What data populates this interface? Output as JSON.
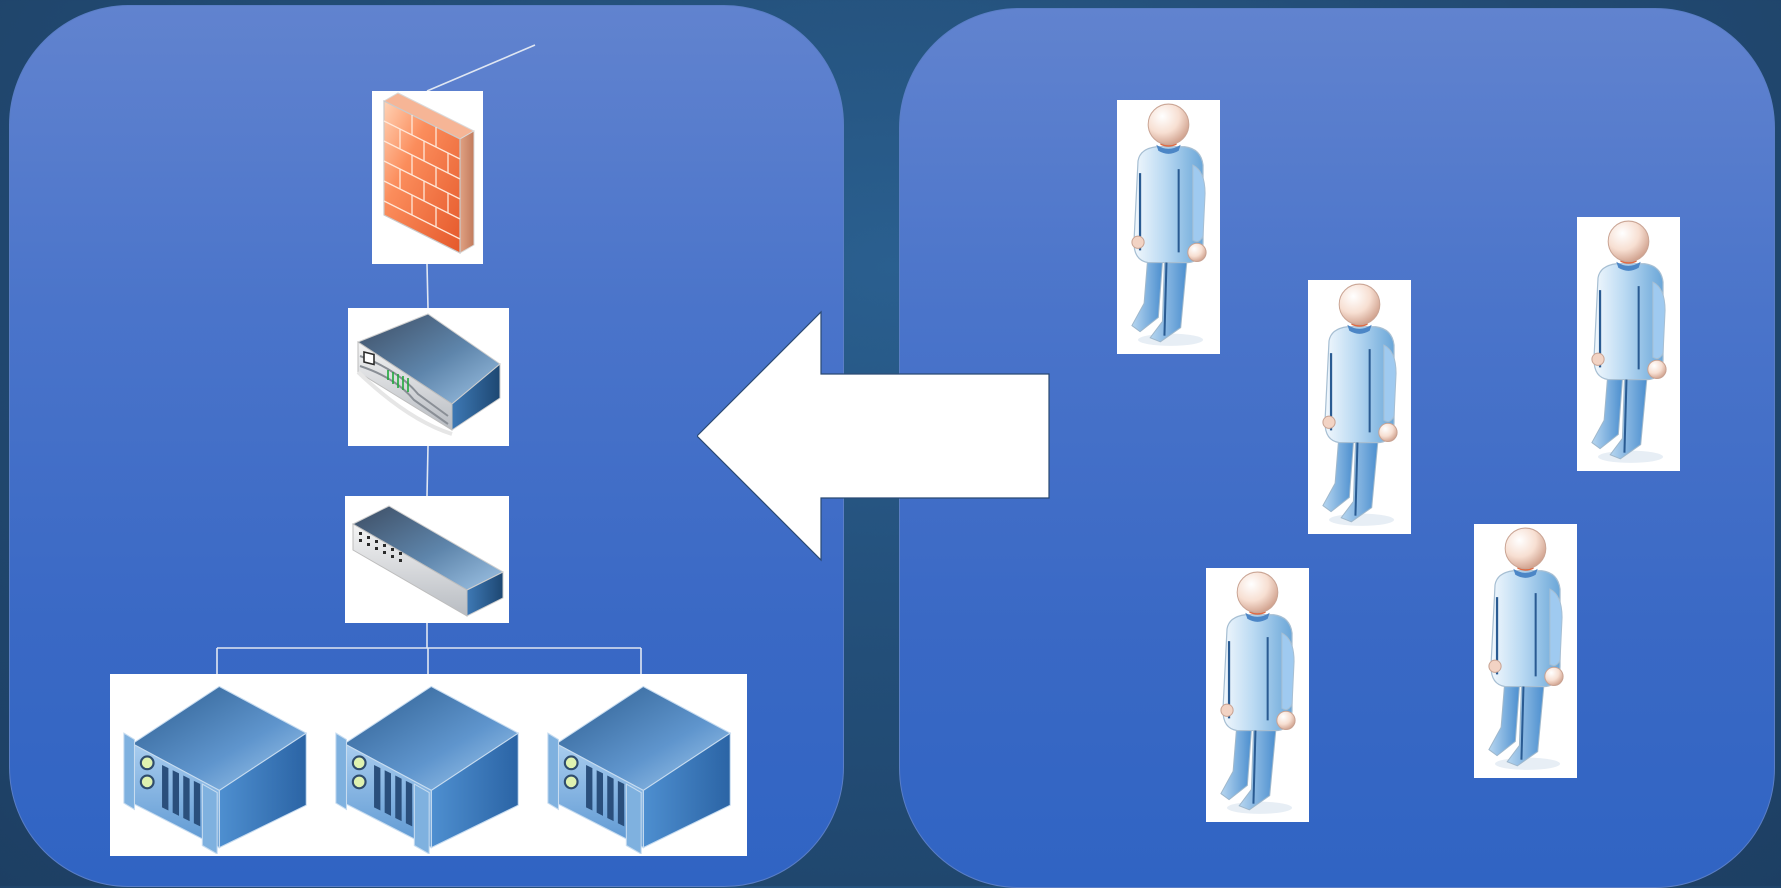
{
  "diagram": {
    "layout": "network-topology-with-users",
    "left_group": {
      "nodes": [
        {
          "id": "firewall",
          "icon": "firewall-icon"
        },
        {
          "id": "router",
          "icon": "router-icon"
        },
        {
          "id": "switch",
          "icon": "switch-icon"
        },
        {
          "id": "server-1",
          "icon": "server-icon"
        },
        {
          "id": "server-2",
          "icon": "server-icon"
        },
        {
          "id": "server-3",
          "icon": "server-icon"
        }
      ],
      "edges": [
        [
          "internet",
          "firewall"
        ],
        [
          "firewall",
          "router"
        ],
        [
          "router",
          "switch"
        ],
        [
          "switch",
          "server-1"
        ],
        [
          "switch",
          "server-2"
        ],
        [
          "switch",
          "server-3"
        ]
      ]
    },
    "right_group": {
      "nodes": [
        {
          "id": "user-1",
          "icon": "user-icon"
        },
        {
          "id": "user-2",
          "icon": "user-icon"
        },
        {
          "id": "user-3",
          "icon": "user-icon"
        },
        {
          "id": "user-4",
          "icon": "user-icon"
        },
        {
          "id": "user-5",
          "icon": "user-icon"
        }
      ]
    },
    "arrow": {
      "icon": "arrow-left-icon",
      "direction": "left",
      "from": "right_group",
      "to": "left_group"
    },
    "colors": {
      "background": "#234e78",
      "panel_top": "#6183cf",
      "panel_bottom": "#3064c3",
      "card": "#ffffff",
      "connector": "#dfe6f2",
      "firewall": "#f26b3a",
      "device_blue": "#4a88c9",
      "user_blue": "#8dbde3"
    }
  }
}
